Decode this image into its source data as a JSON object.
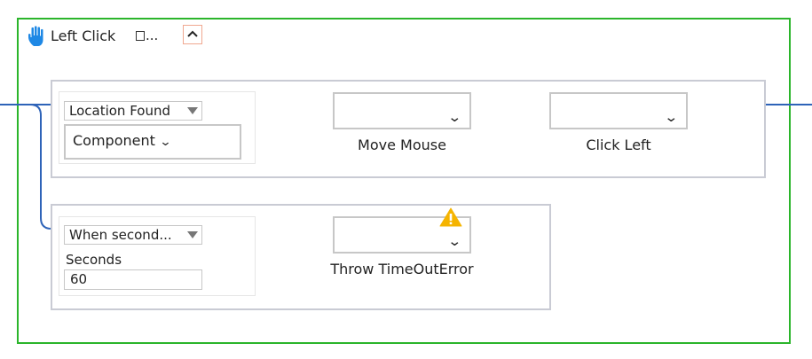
{
  "header": {
    "title": "Left Click",
    "ellipsis": "...",
    "icon": "hand-icon",
    "collapse_icon": "caret-up-icon"
  },
  "branches": [
    {
      "condition": "Location Found",
      "subcondition": "Component",
      "actions": [
        {
          "label": "Move Mouse",
          "value": ""
        },
        {
          "label": "Click Left",
          "value": ""
        }
      ]
    },
    {
      "condition": "When second...",
      "seconds_label": "Seconds",
      "seconds_value": "60",
      "actions": [
        {
          "label": "Throw TimeOutError",
          "value": "",
          "warning_icon": "warning-icon"
        }
      ]
    }
  ],
  "colors": {
    "frame": "#2bb52b",
    "connector": "#2e63b8",
    "warning": "#f5b400",
    "hand": "#1e88e5"
  }
}
